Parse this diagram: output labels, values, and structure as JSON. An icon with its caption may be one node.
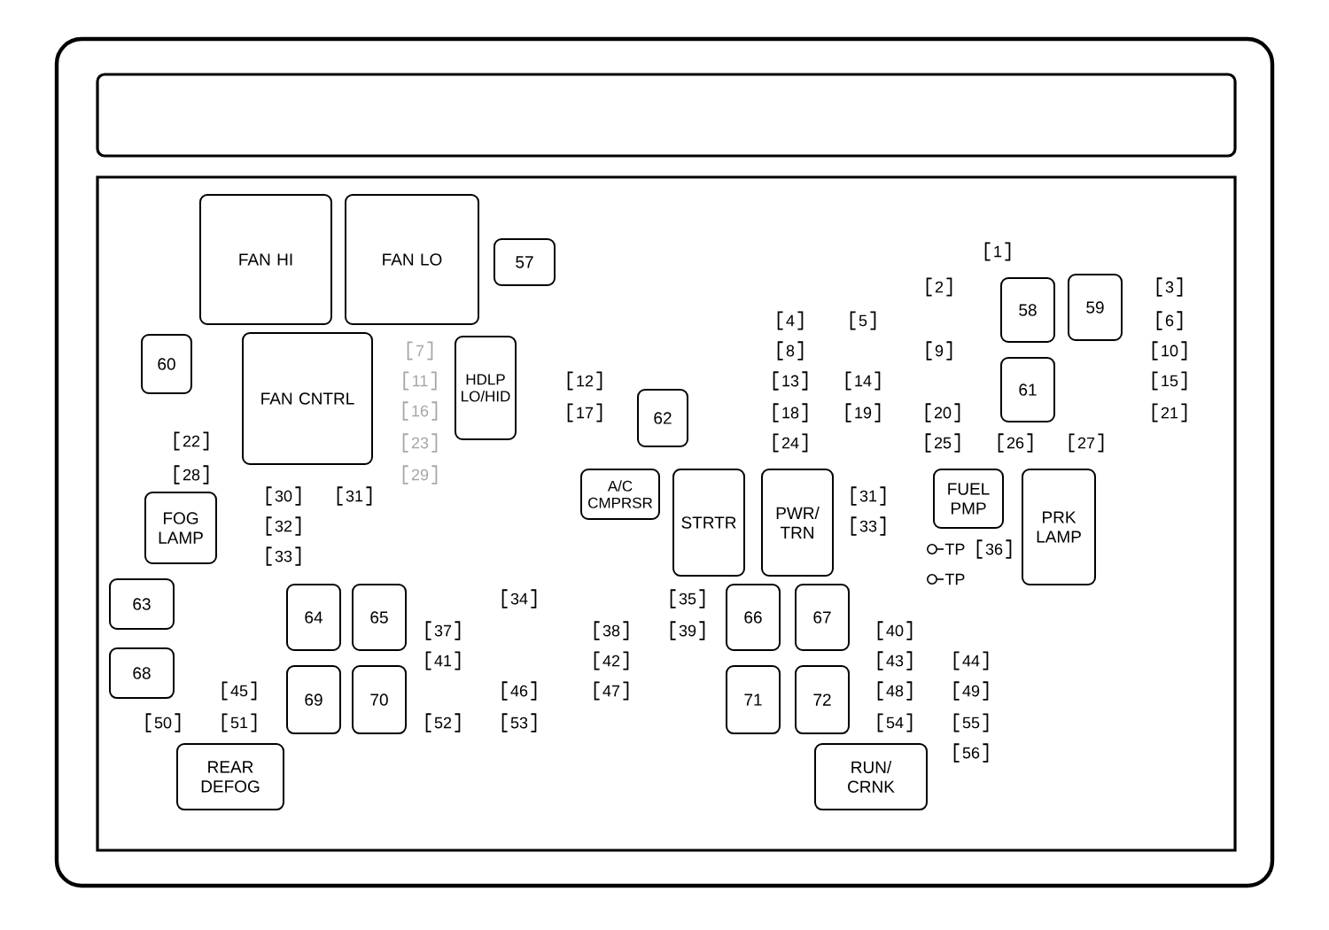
{
  "diagram": {
    "nodes": [
      {
        "text": [
          "FAN HI"
        ]
      },
      {
        "text": [
          "FAN LO"
        ]
      },
      {
        "text": [
          "57"
        ]
      },
      {
        "text": [
          "60"
        ]
      },
      {
        "text": [
          "FAN CNTRL"
        ]
      },
      {
        "text": [
          "HDLP LO/HID"
        ]
      },
      {
        "text": [
          "58"
        ]
      },
      {
        "text": [
          "59"
        ]
      },
      {
        "text": [
          "61"
        ]
      },
      {
        "text": [
          "62"
        ]
      },
      {
        "text": [
          "A/C CMPRSR"
        ]
      },
      {
        "text": [
          "STRTR"
        ]
      },
      {
        "text": [
          "PWR/ TRN"
        ]
      },
      {
        "text": [
          "FUEL PMP"
        ]
      },
      {
        "text": [
          "PRK LAMP"
        ]
      },
      {
        "text": [
          "FOG LAMP"
        ]
      },
      {
        "text": [
          "63"
        ]
      },
      {
        "text": [
          "64"
        ]
      },
      {
        "text": [
          "65"
        ]
      },
      {
        "text": [
          "66"
        ]
      },
      {
        "text": [
          "67"
        ]
      },
      {
        "text": [
          "68"
        ]
      },
      {
        "text": [
          "69"
        ]
      },
      {
        "text": [
          "70"
        ]
      },
      {
        "text": [
          "71"
        ]
      },
      {
        "text": [
          "72"
        ]
      },
      {
        "text": [
          "REAR DEFOG"
        ]
      },
      {
        "text": [
          "RUN/ CRNK"
        ]
      }
    ],
    "labels": [
      "1",
      "2",
      "3",
      "4",
      "5",
      "6",
      "7",
      "8",
      "9",
      "10",
      "11",
      "12",
      "13",
      "14",
      "15",
      "16",
      "17",
      "18",
      "19",
      "20",
      "21",
      "22",
      "23",
      "24",
      "25",
      "26",
      "27",
      "28",
      "29",
      "30",
      "31",
      "31",
      "32",
      "33",
      "TP",
      "36",
      "33",
      "TP",
      "34",
      "35",
      "37",
      "38",
      "39",
      "40",
      "41",
      "42",
      "43",
      "44",
      "45",
      "46",
      "47",
      "48",
      "49",
      "50",
      "51",
      "52",
      "53",
      "54",
      "55",
      "56"
    ]
  }
}
